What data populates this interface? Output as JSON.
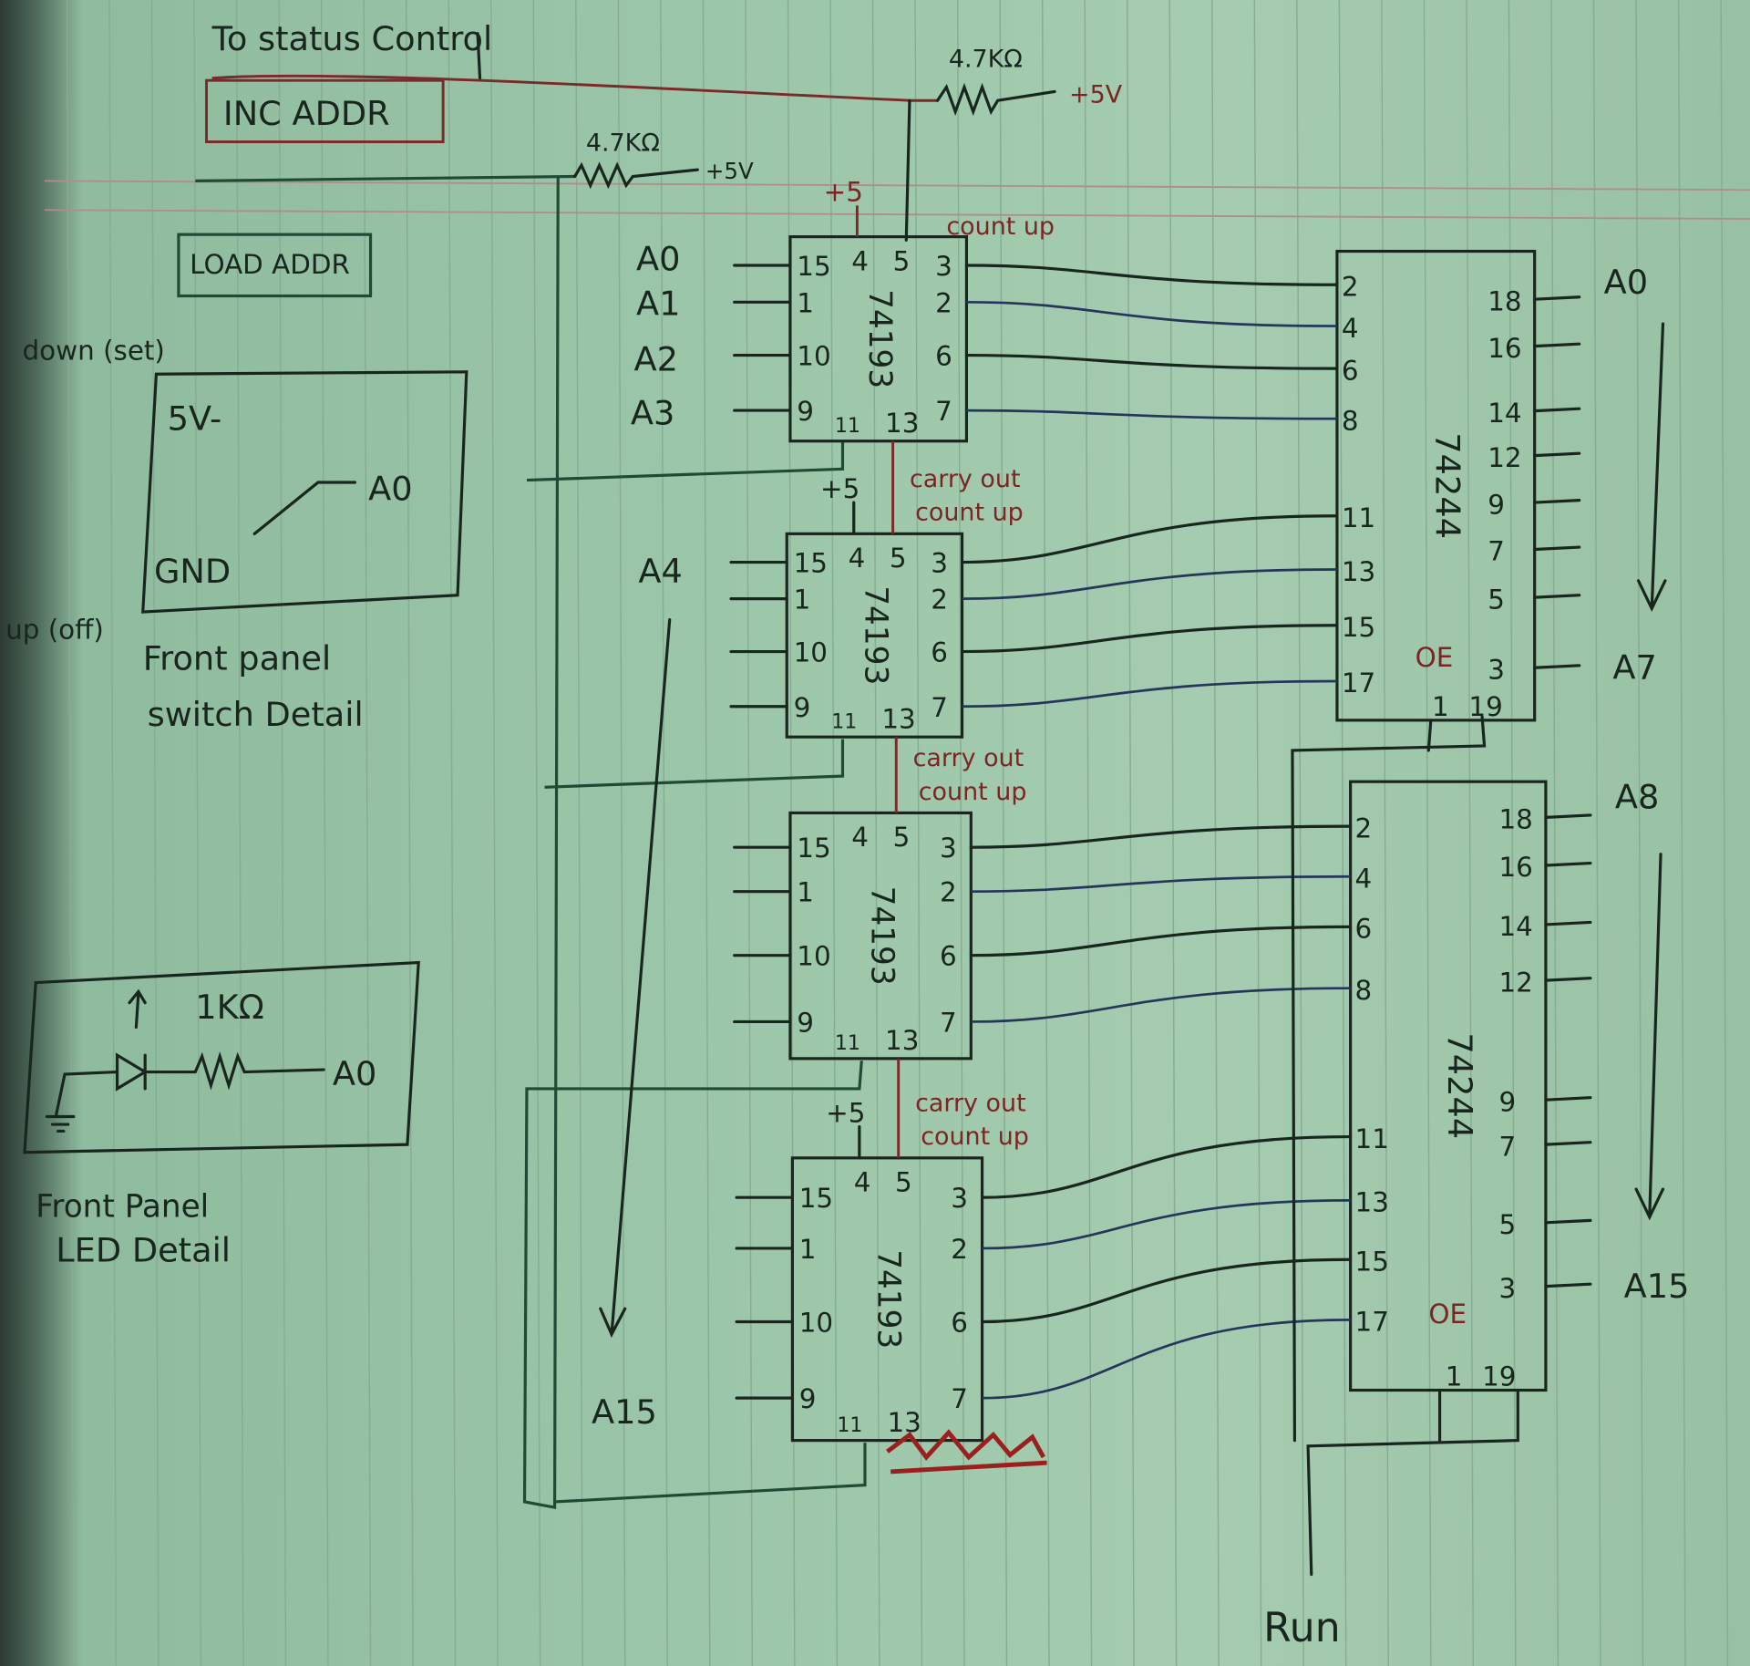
{
  "notes": {
    "to_status_control": "To status Control",
    "inc_addr": "INC ADDR",
    "load_addr": "LOAD ADDR",
    "r_top": "4.7KΩ",
    "r_top_supply": "+5V",
    "r_load": "4.7KΩ",
    "r_load_supply": "+5V",
    "run": "Run"
  },
  "counters": [
    {
      "part": "74193",
      "vcc": "+5",
      "left": [
        "15",
        "1",
        "10",
        "9"
      ],
      "top": [
        "4",
        "5"
      ],
      "right": [
        "3",
        "2",
        "6",
        "7"
      ],
      "bottom": [
        "11",
        "13"
      ],
      "above_label": "count up"
    },
    {
      "part": "74193",
      "vcc": "+5",
      "left": [
        "15",
        "1",
        "10",
        "9"
      ],
      "top": [
        "4",
        "5"
      ],
      "right": [
        "3",
        "2",
        "6",
        "7"
      ],
      "bottom": [
        "11",
        "13"
      ],
      "above_label": "count up",
      "carry_label": "carry out"
    },
    {
      "part": "74193",
      "vcc": "",
      "left": [
        "15",
        "1",
        "10",
        "9"
      ],
      "top": [
        "4",
        "5"
      ],
      "right": [
        "3",
        "2",
        "6",
        "7"
      ],
      "bottom": [
        "11",
        "13"
      ],
      "above_label": "count up",
      "carry_label": "carry out"
    },
    {
      "part": "74193",
      "vcc": "+5",
      "left": [
        "15",
        "1",
        "10",
        "9"
      ],
      "top": [
        "4",
        "5"
      ],
      "right": [
        "3",
        "2",
        "6",
        "7"
      ],
      "bottom": [
        "11",
        "13"
      ],
      "above_label": "count up",
      "carry_label": "carry out"
    }
  ],
  "buffers": [
    {
      "part": "74244",
      "left": [
        "2",
        "4",
        "6",
        "8",
        "11",
        "13",
        "15",
        "17"
      ],
      "right": [
        "18",
        "16",
        "14",
        "12",
        "9",
        "7",
        "5",
        "3"
      ],
      "bottom": [
        "1",
        "19"
      ],
      "oe": "OE",
      "out_first": "A0",
      "out_last": "A7"
    },
    {
      "part": "74244",
      "left": [
        "2",
        "4",
        "6",
        "8",
        "11",
        "13",
        "15",
        "17"
      ],
      "right": [
        "18",
        "16",
        "14",
        "12",
        "9",
        "7",
        "5",
        "3"
      ],
      "bottom": [
        "1",
        "19"
      ],
      "oe": "OE",
      "out_first": "A8",
      "out_last": "A15"
    }
  ],
  "inputs": {
    "a0": "A0",
    "a1": "A1",
    "a2": "A2",
    "a3": "A3",
    "a4": "A4",
    "a15": "A15"
  },
  "switch_detail": {
    "down": "down (set)",
    "up": "up (off)",
    "v5": "5V-",
    "gnd": "GND",
    "out": "A0",
    "caption_1": "Front panel",
    "caption_2": "switch Detail"
  },
  "led_detail": {
    "resistor": "1KΩ",
    "out": "A0",
    "caption_1": "Front Panel",
    "caption_2": "LED Detail"
  }
}
